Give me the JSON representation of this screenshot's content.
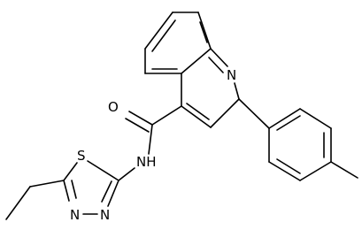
{
  "molecule": {
    "labels": {
      "nitrogen_quinoline": "N",
      "oxygen_carbonyl": "O",
      "amide_nh": "NH",
      "sulfur": "S",
      "nitrogen_n3": "N",
      "nitrogen_n4": "N"
    }
  },
  "colors": {
    "bond": "#000000",
    "label": "#000000",
    "background": "#ffffff"
  }
}
